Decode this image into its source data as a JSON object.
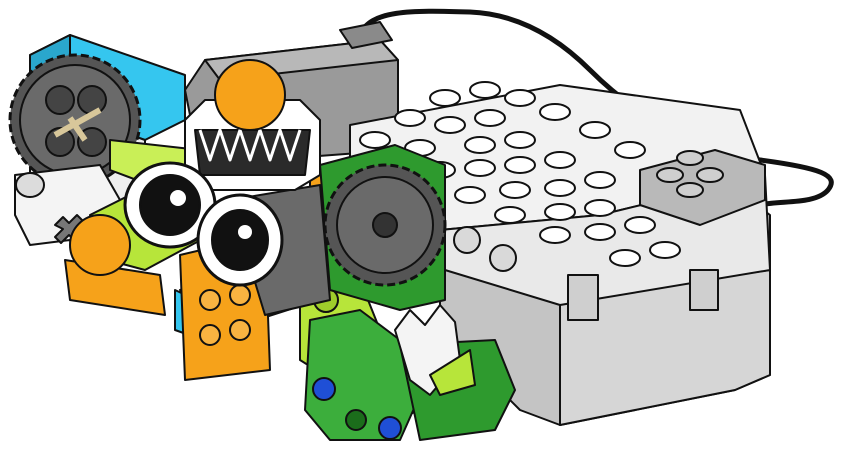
{
  "scene": {
    "kind": "lego-build-illustration",
    "parts": [
      "smart-hub",
      "motor",
      "cable",
      "gear-24-tooth",
      "gear-crown",
      "eye",
      "pupil",
      "orange-round-tile",
      "axle",
      "connector-peg",
      "liftarm-green",
      "liftarm-lime",
      "brick-orange",
      "plate-azure",
      "rack-gear"
    ],
    "colors": {
      "outline": "#111111",
      "hub_white": "#f2f2f2",
      "hub_grey": "#bdbdbd",
      "motor_grey": "#9a9a9a",
      "dark_grey": "#555555",
      "azure": "#35c6ef",
      "orange": "#f6a21a",
      "lime": "#b7e53a",
      "green": "#2e9a2e",
      "blue_peg": "#1f4fd6",
      "tan_axle": "#d8c79a",
      "cable": "#111111"
    }
  }
}
